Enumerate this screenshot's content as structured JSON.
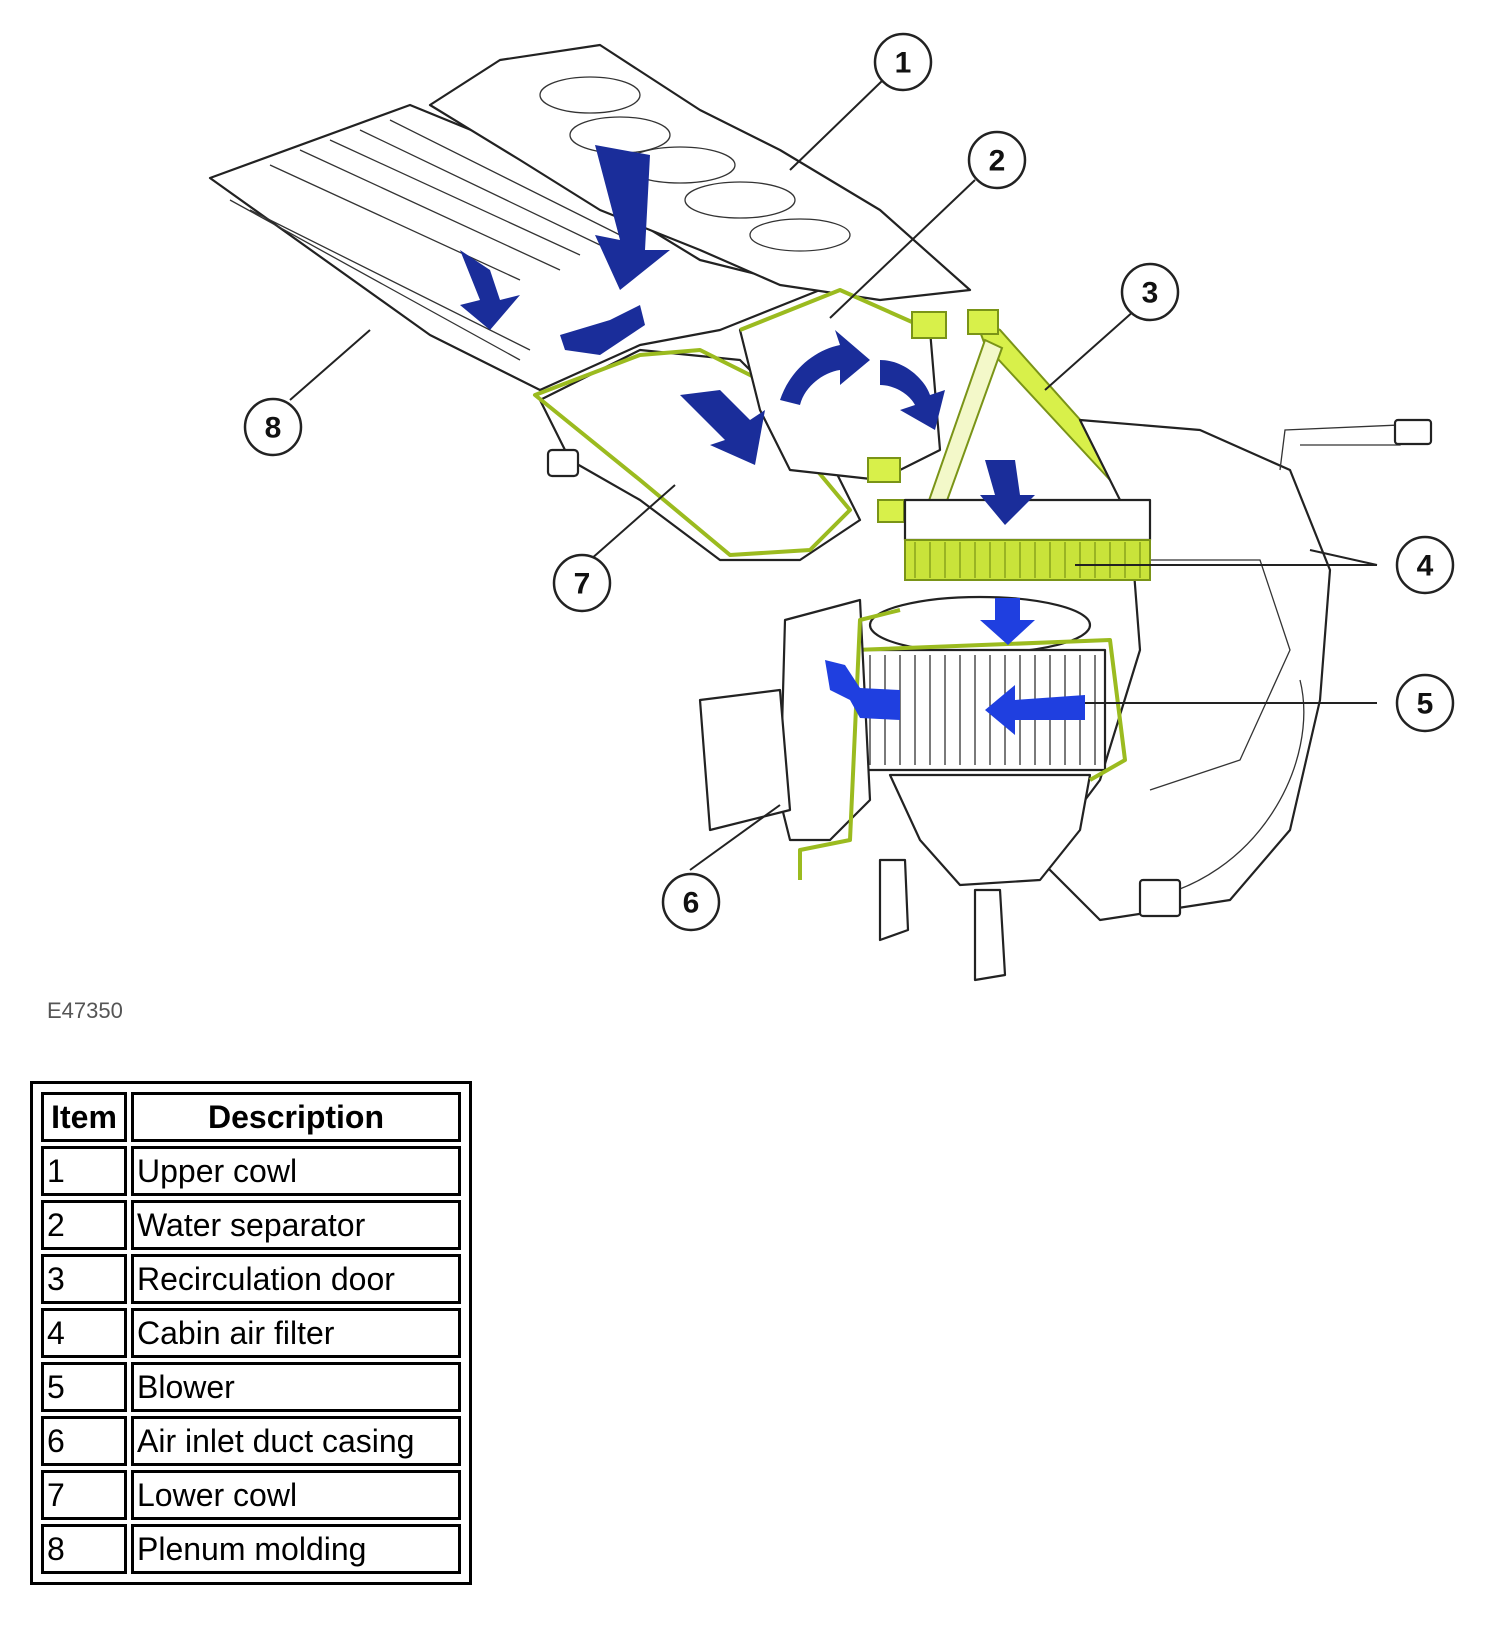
{
  "figure_id": "E47350",
  "callouts": [
    "1",
    "2",
    "3",
    "4",
    "5",
    "6",
    "7",
    "8"
  ],
  "legend": {
    "headers": {
      "item": "Item",
      "description": "Description"
    },
    "rows": [
      {
        "item": "1",
        "description": "Upper cowl"
      },
      {
        "item": "2",
        "description": "Water separator"
      },
      {
        "item": "3",
        "description": "Recirculation door"
      },
      {
        "item": "4",
        "description": "Cabin air filter"
      },
      {
        "item": "5",
        "description": "Blower"
      },
      {
        "item": "6",
        "description": "Air inlet duct casing"
      },
      {
        "item": "7",
        "description": "Lower cowl"
      },
      {
        "item": "8",
        "description": "Plenum molding"
      }
    ]
  },
  "colors": {
    "airflow_arrow": "#1a2d9a",
    "airflow_arrow_bright": "#1f3fe0",
    "seal_highlight": "#d8f04a",
    "duct_outline": "#9bbb1f"
  }
}
